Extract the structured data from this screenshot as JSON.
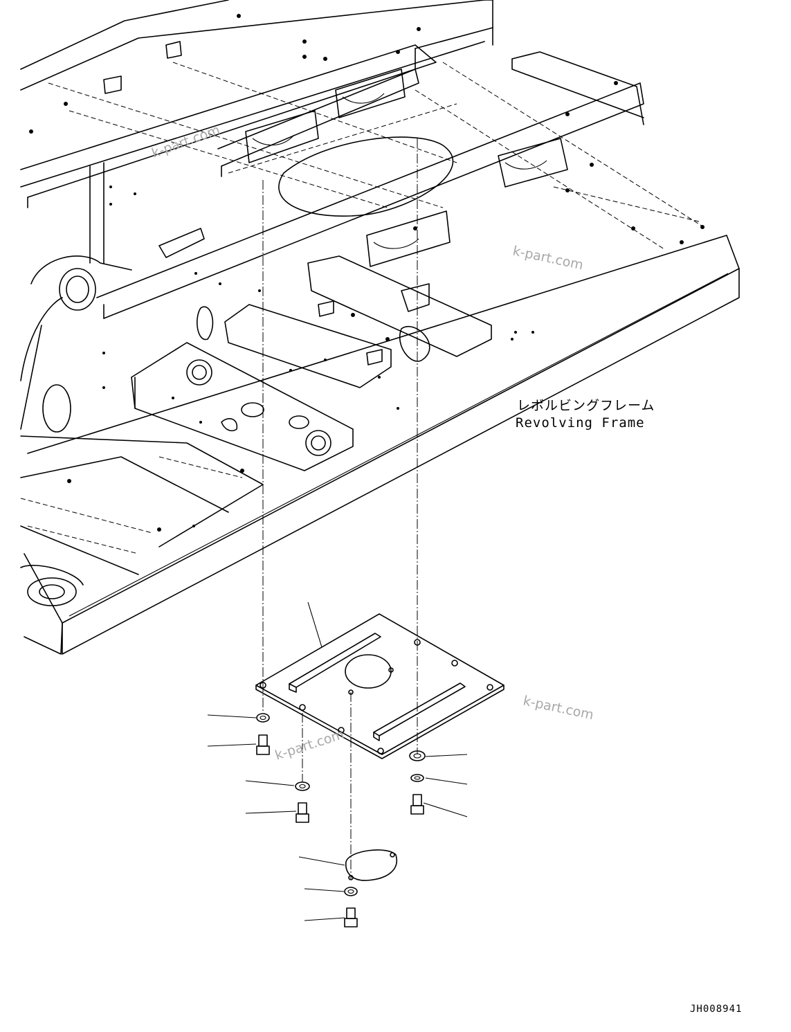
{
  "frame_label": {
    "japanese": "レボルビングフレーム",
    "english": "Revolving Frame"
  },
  "watermarks": [
    "k-part.com",
    "k-part.com",
    "k-part.com",
    "k-part.com"
  ],
  "drawing_code": "JH008941",
  "colors": {
    "line": "#000000",
    "watermark": "#a8a8a8",
    "background": "#ffffff"
  }
}
